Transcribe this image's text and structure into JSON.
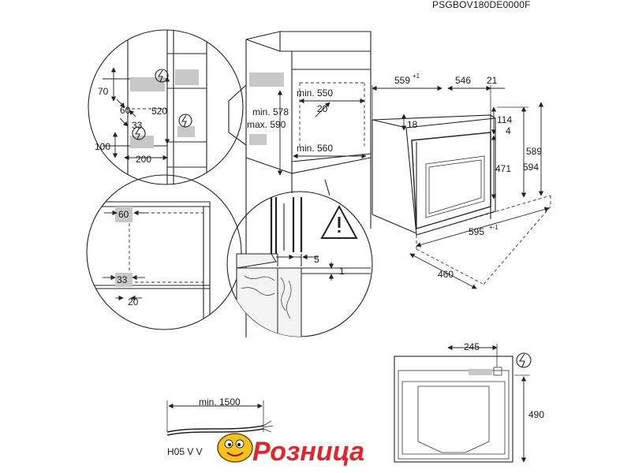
{
  "header": {
    "model_code": "PSGBOV180DE0000F"
  },
  "dims": {
    "niche_min_550": "min. 550",
    "niche_min_578": "min. 578",
    "niche_max_590": "max. 590",
    "niche_20": "20",
    "niche_min_560": "min. 560",
    "oven_559": "559",
    "oven_559_tol": "+1",
    "oven_546": "546",
    "oven_21": "21",
    "oven_18": "18",
    "oven_114": "114",
    "oven_4": "4",
    "oven_471": "471",
    "oven_589": "589",
    "oven_594": "594",
    "oven_595": "595",
    "oven_595_tol": "+-1",
    "oven_460": "460",
    "detail_70": "70",
    "detail_60": "60",
    "detail_520": "520",
    "detail_33": "33",
    "detail_100": "100",
    "detail_200": "200",
    "detail2_60": "60",
    "detail2_33": "33",
    "detail2_20": "20",
    "detail3_5": "5",
    "detail3_1": "1",
    "back_245": "245",
    "back_490": "490",
    "cable_min_1500": "min. 1500",
    "cable_type": "H05 V V"
  },
  "watermark": {
    "text": "Розница"
  },
  "colors": {
    "line": "#222222",
    "recess": "#c8c8c8",
    "brand_red": "#e0262b",
    "brand_yellow": "#f4c21c"
  },
  "icons": [
    "electrical-connection-icon",
    "warning-triangle-icon",
    "mascot-icon"
  ]
}
